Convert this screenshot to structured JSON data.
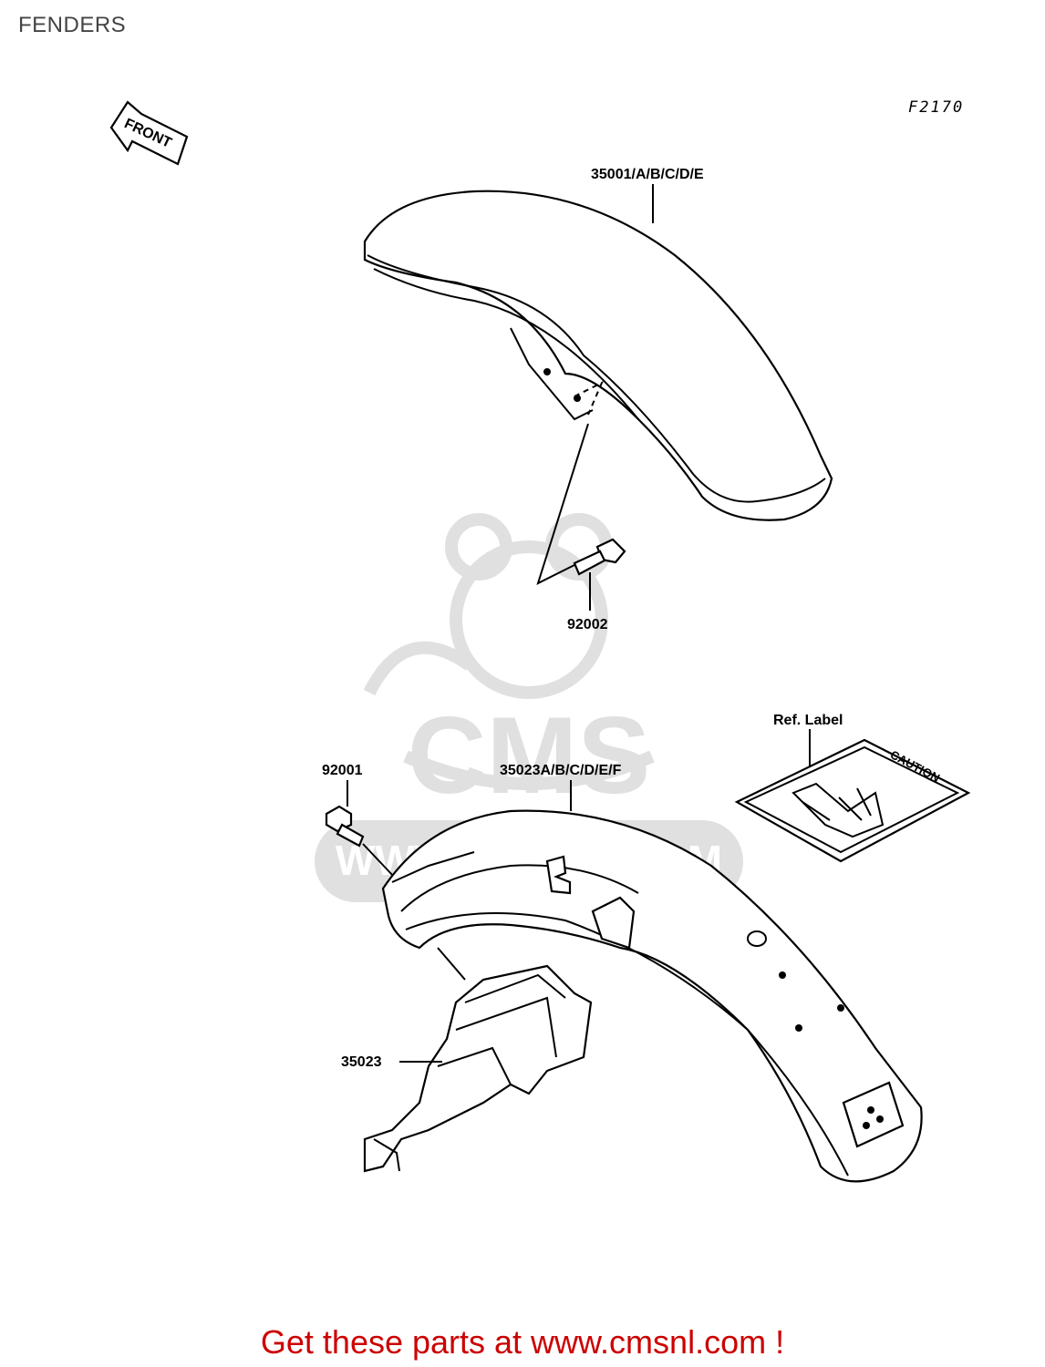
{
  "page": {
    "title": "FENDERS",
    "diagram_code": "F2170"
  },
  "orientation": {
    "label": "FRONT"
  },
  "watermark": {
    "brand": "CMS",
    "url": "WWW.CMSNL.COM"
  },
  "parts": [
    {
      "part_no": "35001/A/B/C/D/E"
    },
    {
      "part_no": "92002"
    },
    {
      "part_no": "92001"
    },
    {
      "part_no": "35023A/B/C/D/E/F"
    },
    {
      "part_no": "35023"
    },
    {
      "part_no": "Ref. Label"
    }
  ],
  "label_sticker": {
    "text": "CAUTION"
  },
  "footer": {
    "promo_text": "Get these parts at www.cmsnl.com !"
  },
  "colors": {
    "promo": "#cc0000",
    "watermark": "#c8c8c8",
    "title": "#444444"
  }
}
